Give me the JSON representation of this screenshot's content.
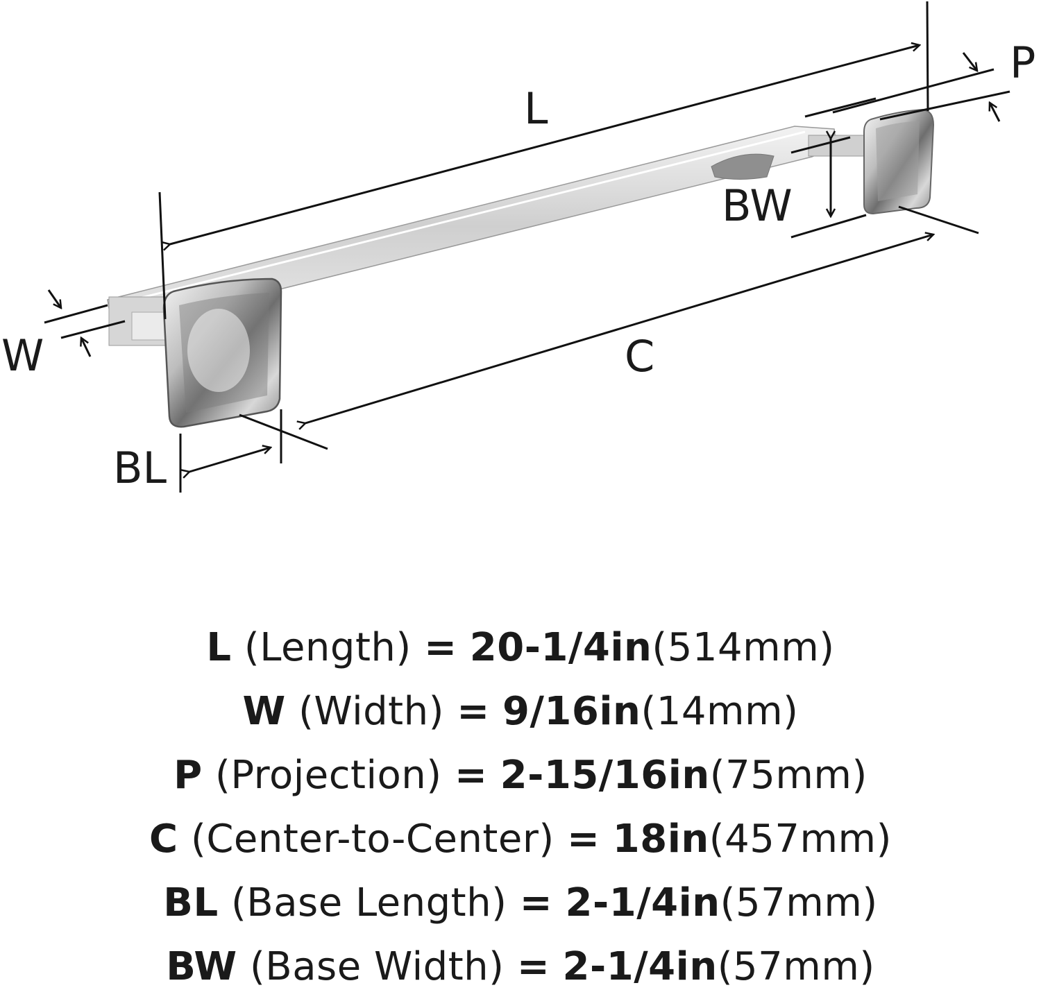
{
  "diagram": {
    "labels": {
      "L": "L",
      "W": "W",
      "P": "P",
      "C": "C",
      "BL": "BL",
      "BW": "BW"
    }
  },
  "specs": [
    {
      "code": "L",
      "name": "(Length)",
      "imperial": "20-1/4in",
      "metric": "(514mm)"
    },
    {
      "code": "W",
      "name": "(Width)",
      "imperial": "9/16in",
      "metric": "(14mm)"
    },
    {
      "code": "P",
      "name": "(Projection)",
      "imperial": "2-15/16in",
      "metric": "(75mm)"
    },
    {
      "code": "C",
      "name": "(Center-to-Center)",
      "imperial": "18in",
      "metric": "(457mm)"
    },
    {
      "code": "BL",
      "name": "(Base Length)",
      "imperial": "2-1/4in",
      "metric": "(57mm)"
    },
    {
      "code": "BW",
      "name": "(Base Width)",
      "imperial": "2-1/4in",
      "metric": "(57mm)"
    }
  ],
  "equals": "="
}
